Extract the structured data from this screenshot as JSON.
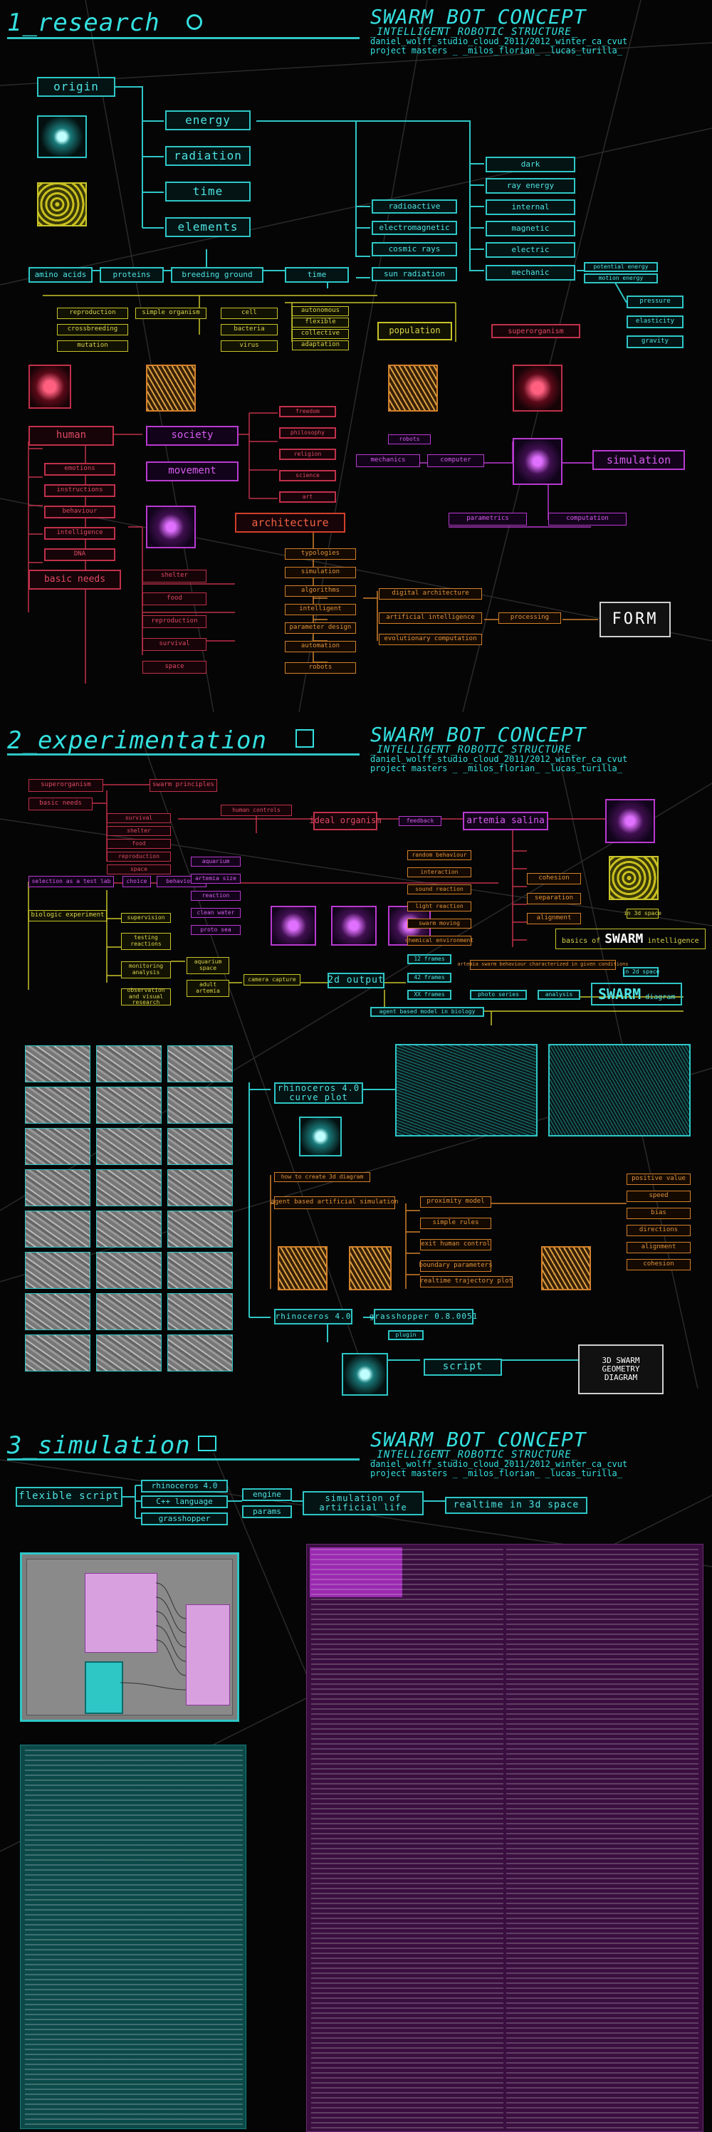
{
  "brand": {
    "title": "SWARM_BOT_CONCEPT",
    "subtitle": "_INTELLIGENT_ROBOTIC_STRUCTURE_",
    "line1": "daniel_wolff_studio_cloud_2011/2012_winter_ca_cvut",
    "line2": "project masters _ _milos_florian_ _lucas_turilla_"
  },
  "sections": {
    "research": "1_research",
    "experimentation": "2_experimentation",
    "simulation": "3_simulation"
  },
  "research": {
    "origin": "origin",
    "energy": "energy",
    "radiation": "radiation",
    "time": "time",
    "elements": "elements",
    "amino": "amino acids",
    "proteins": "proteins",
    "breeding": "breeding ground",
    "time2": "time",
    "rad_items": [
      "radioactive",
      "electromagnetic",
      "cosmic rays",
      "sun radiation"
    ],
    "energy_items": [
      "dark",
      "ray energy",
      "internal",
      "magnetic",
      "electric",
      "mechanic"
    ],
    "mech_items": [
      "potential energy",
      "motion energy"
    ],
    "force_items": [
      "pressure",
      "elasticity",
      "gravity"
    ],
    "life_items": [
      "reproduction",
      "crossbreeding",
      "mutation"
    ],
    "simple": "simple organism",
    "cell_items": [
      "cell",
      "bacteria",
      "virus"
    ],
    "auto_items": [
      "autonomous",
      "flexible",
      "collective",
      "adaptation"
    ],
    "population": "population",
    "super": "superorganism",
    "human": "human",
    "society": "society",
    "movement": "movement",
    "human_items": [
      "emotions",
      "instructions",
      "behaviour",
      "intelligence",
      "DNA"
    ],
    "society_items": [
      "freedom",
      "philosophy",
      "religion",
      "science",
      "art"
    ],
    "mech": "mechanics",
    "computer": "computer",
    "robots": "robots",
    "simulation": "simulation",
    "parametrics": "parametrics",
    "computation": "computation",
    "architecture": "architecture",
    "basic": "basic needs",
    "basic_items": [
      "shelter",
      "food",
      "reproduction",
      "survival",
      "space"
    ],
    "arch_items": [
      "typologies",
      "simulation",
      "algorithms",
      "intelligent",
      "parameter design",
      "automation",
      "robots"
    ],
    "flow_items": [
      "digital architecture",
      "artificial intelligence",
      "evolutionary computation"
    ],
    "processing": "processing",
    "form": "FORM"
  },
  "experimentation": {
    "super": "superorganism",
    "swarm_principles": "swarm principles",
    "basic_needs": "basic needs",
    "needs_items": [
      "survival",
      "shelter",
      "food",
      "reproduction",
      "space"
    ],
    "human_controls": "human controls",
    "feedback": "feedback",
    "ideal_organism": "ideal organism",
    "artemia": "artemia salina",
    "selection": "selection as a test lab",
    "choice": "choice",
    "behaviour": "behaviour",
    "aquarium": "aquarium",
    "artemia_size": "artemia size",
    "reaction": "reaction",
    "clean_water": "clean water",
    "proto_sea": "proto sea",
    "biologic": "biologic experiment",
    "supervision": "supervision",
    "testing": "testing reactions",
    "monitoring": "monitoring analysis",
    "observation": "observation and visual research",
    "aquarium_space": "aquarium space",
    "adult_artemia": "adult artemia",
    "camera": "camera capture",
    "output": "2d output",
    "photo_series": "photo series",
    "frame_items": [
      "12 frames",
      "42 frames",
      "XX frames"
    ],
    "analysis": "analysis",
    "swarm": "SWARM",
    "diagram": "diagram",
    "behaviour_items": [
      "random behaviour",
      "interaction",
      "sound reaction",
      "light reaction",
      "swarm moving",
      "chemical environment"
    ],
    "rules": [
      "cohesion",
      "separation",
      "alignment"
    ],
    "basics": "basics of",
    "swarm_big": "SWARM",
    "intelligence": "intelligence",
    "in3d": "in 3d space",
    "in2d": "in 2d space",
    "long": "artemia swarm behaviour characterized in given conditions",
    "agent": "agent based model in biology",
    "rhino": "rhinoceros 4.0",
    "curve": "curve plot",
    "agent_sim": "agent based artificial simulation",
    "howto": "how to create 3d diagram",
    "proximity": "proximity model",
    "simple_rules": "simple rules",
    "exit": "exit human control",
    "boundary": "boundary parameters",
    "trajectory": "realtime trajectory plot",
    "rhino2": "rhinoceros 4.0",
    "grasshopper": "grasshopper 0.8.0051",
    "plugin": "plugin",
    "script": "script",
    "final": "3D SWARM GEOMETRY DIAGRAM",
    "params": [
      "positive value",
      "speed",
      "bias",
      "directions",
      "alignment",
      "cohesion"
    ]
  },
  "simulation": {
    "flexible": "flexible script",
    "rhino": "rhinoceros 4.0",
    "cpp": "C++ language",
    "gh": "grasshopper",
    "engine": "engine",
    "params": "params",
    "sim": "simulation of artificial life",
    "realtime": "realtime in 3d space"
  },
  "colors": {
    "cyan": "#2fc6c6",
    "orange": "#d2802a",
    "yellow": "#c8c42a",
    "red": "#c0304a",
    "magenta": "#b93ad0"
  }
}
